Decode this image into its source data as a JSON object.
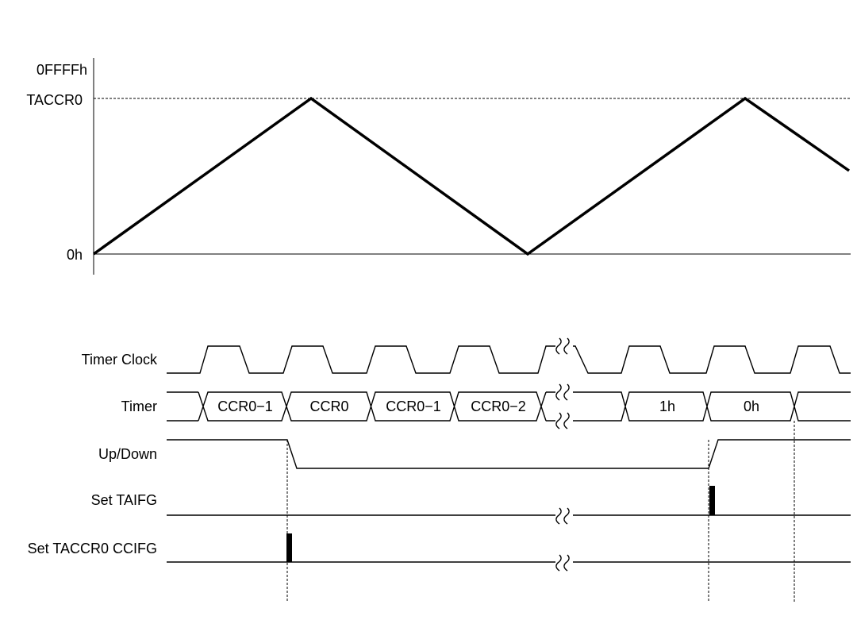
{
  "counter_graph": {
    "y_labels": {
      "max": "0FFFFh",
      "ccr0": "TACCR0",
      "zero": "0h"
    }
  },
  "signals": [
    {
      "label": "Timer Clock"
    },
    {
      "label": "Timer"
    },
    {
      "label": "Up/Down"
    },
    {
      "label": "Set TAIFG"
    },
    {
      "label": "Set TACCR0 CCIFG"
    }
  ],
  "timer_values": [
    "CCR0−1",
    "CCR0",
    "CCR0−1",
    "CCR0−2",
    "1h",
    "0h"
  ]
}
